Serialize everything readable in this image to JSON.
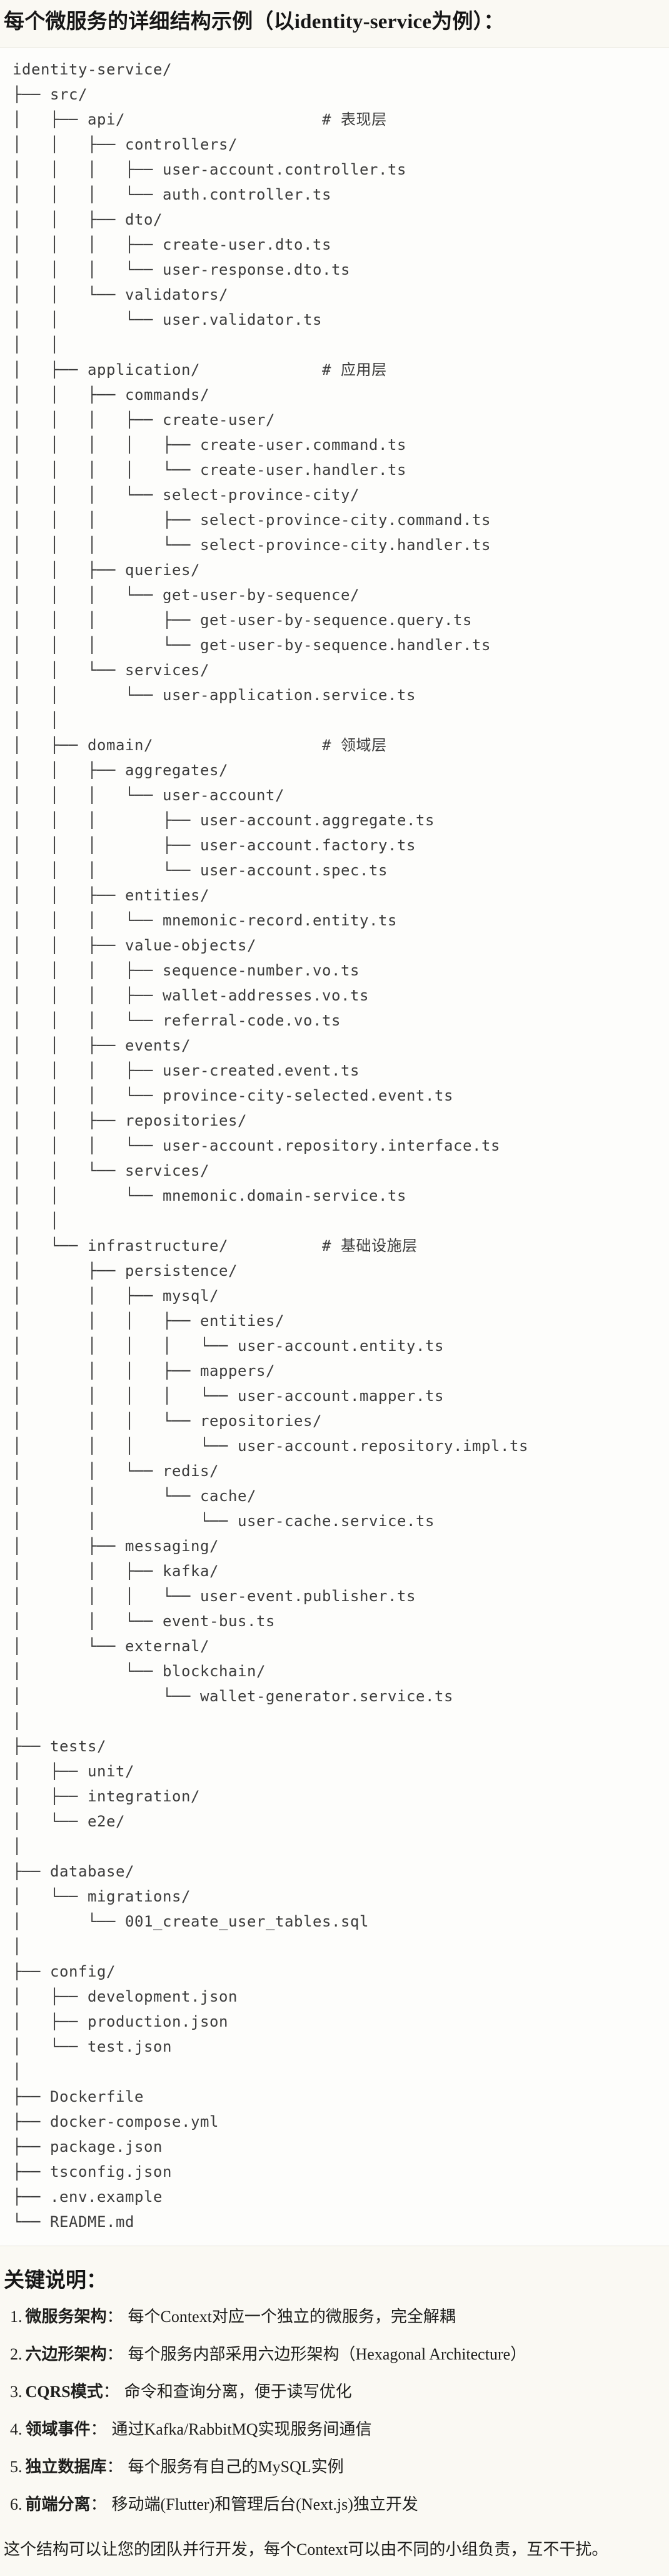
{
  "title": "每个微服务的详细结构示例（以identity-service为例）：",
  "tree": {
    "lines": [
      "identity-service/",
      "├── src/",
      "│   ├── api/                     # 表现层",
      "│   │   ├── controllers/",
      "│   │   │   ├── user-account.controller.ts",
      "│   │   │   └── auth.controller.ts",
      "│   │   ├── dto/",
      "│   │   │   ├── create-user.dto.ts",
      "│   │   │   └── user-response.dto.ts",
      "│   │   └── validators/",
      "│   │       └── user.validator.ts",
      "│   │",
      "│   ├── application/             # 应用层",
      "│   │   ├── commands/",
      "│   │   │   ├── create-user/",
      "│   │   │   │   ├── create-user.command.ts",
      "│   │   │   │   └── create-user.handler.ts",
      "│   │   │   └── select-province-city/",
      "│   │   │       ├── select-province-city.command.ts",
      "│   │   │       └── select-province-city.handler.ts",
      "│   │   ├── queries/",
      "│   │   │   └── get-user-by-sequence/",
      "│   │   │       ├── get-user-by-sequence.query.ts",
      "│   │   │       └── get-user-by-sequence.handler.ts",
      "│   │   └── services/",
      "│   │       └── user-application.service.ts",
      "│   │",
      "│   ├── domain/                  # 领域层",
      "│   │   ├── aggregates/",
      "│   │   │   └── user-account/",
      "│   │   │       ├── user-account.aggregate.ts",
      "│   │   │       ├── user-account.factory.ts",
      "│   │   │       └── user-account.spec.ts",
      "│   │   ├── entities/",
      "│   │   │   └── mnemonic-record.entity.ts",
      "│   │   ├── value-objects/",
      "│   │   │   ├── sequence-number.vo.ts",
      "│   │   │   ├── wallet-addresses.vo.ts",
      "│   │   │   └── referral-code.vo.ts",
      "│   │   ├── events/",
      "│   │   │   ├── user-created.event.ts",
      "│   │   │   └── province-city-selected.event.ts",
      "│   │   ├── repositories/",
      "│   │   │   └── user-account.repository.interface.ts",
      "│   │   └── services/",
      "│   │       └── mnemonic.domain-service.ts",
      "│   │",
      "│   └── infrastructure/          # 基础设施层",
      "│       ├── persistence/",
      "│       │   ├── mysql/",
      "│       │   │   ├── entities/",
      "│       │   │   │   └── user-account.entity.ts",
      "│       │   │   ├── mappers/",
      "│       │   │   │   └── user-account.mapper.ts",
      "│       │   │   └── repositories/",
      "│       │   │       └── user-account.repository.impl.ts",
      "│       │   └── redis/",
      "│       │       └── cache/",
      "│       │           └── user-cache.service.ts",
      "│       ├── messaging/",
      "│       │   ├── kafka/",
      "│       │   │   └── user-event.publisher.ts",
      "│       │   └── event-bus.ts",
      "│       └── external/",
      "│           └── blockchain/",
      "│               └── wallet-generator.service.ts",
      "│",
      "├── tests/",
      "│   ├── unit/",
      "│   ├── integration/",
      "│   └── e2e/",
      "│",
      "├── database/",
      "│   └── migrations/",
      "│       └── 001_create_user_tables.sql",
      "│",
      "├── config/",
      "│   ├── development.json",
      "│   ├── production.json",
      "│   └── test.json",
      "│",
      "├── Dockerfile",
      "├── docker-compose.yml",
      "├── package.json",
      "├── tsconfig.json",
      "├── .env.example",
      "└── README.md"
    ]
  },
  "notes": {
    "heading": "关键说明：",
    "items": [
      {
        "num": "1.",
        "term": "微服务架构",
        "colon": "：",
        "desc": "每个Context对应一个独立的微服务，完全解耦"
      },
      {
        "num": "2.",
        "term": "六边形架构",
        "colon": "：",
        "desc": "每个服务内部采用六边形架构（Hexagonal Architecture）"
      },
      {
        "num": "3.",
        "term": "CQRS模式",
        "colon": "：",
        "desc": "命令和查询分离，便于读写优化"
      },
      {
        "num": "4.",
        "term": "领域事件",
        "colon": "：",
        "desc": "通过Kafka/RabbitMQ实现服务间通信"
      },
      {
        "num": "5.",
        "term": "独立数据库",
        "colon": "：",
        "desc": "每个服务有自己的MySQL实例"
      },
      {
        "num": "6.",
        "term": "前端分离",
        "colon": "：",
        "desc": "移动端(Flutter)和管理后台(Next.js)独立开发"
      }
    ],
    "footer": "这个结构可以让您的团队并行开发，每个Context可以由不同的小组负责，互不干扰。"
  },
  "colors": {
    "page_bg": "#FAF9F3",
    "code_bg": "#FDFDFB",
    "border": "#E5E3DB",
    "title_text": "#161616",
    "code_text": "#3C3C3C",
    "body_text": "#1E1E1C"
  }
}
